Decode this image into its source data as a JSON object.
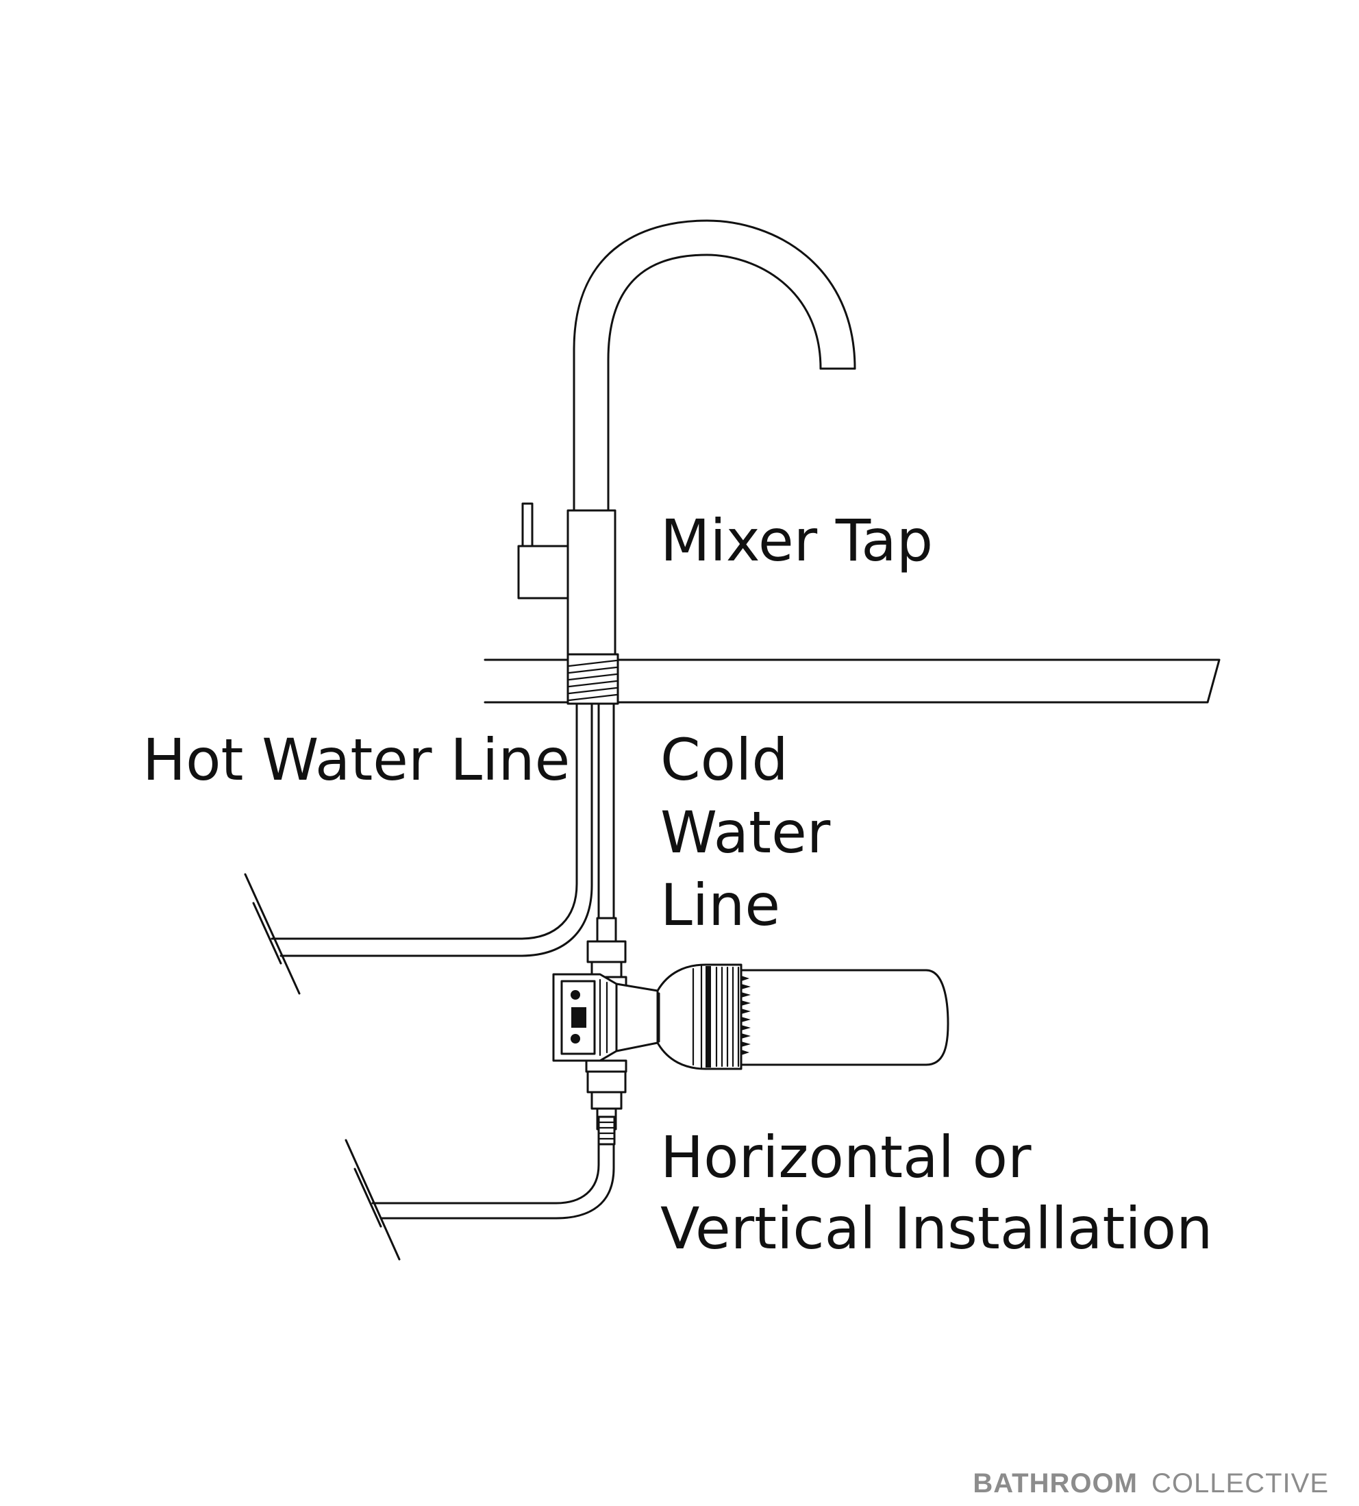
{
  "labels": {
    "mixer_tap": "Mixer Tap",
    "hot_water_line": "Hot Water Line",
    "cold_water_line": [
      "Cold",
      "Water",
      "Line"
    ],
    "installation": [
      "Horizontal or",
      "Vertical Installation"
    ]
  },
  "brand": {
    "bold": "BATHROOM",
    "light": "COLLECTIVE",
    "color": "#8c8c8c"
  },
  "colors": {
    "line": "#111111",
    "background": "#ffffff"
  }
}
